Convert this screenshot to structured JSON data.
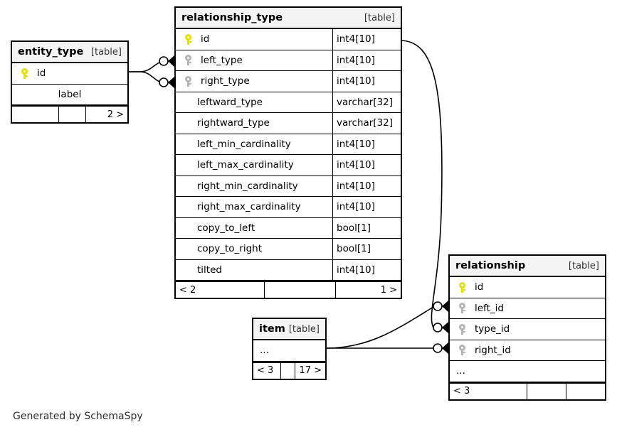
{
  "caption": "Generated by SchemaSpy",
  "table_tag": "[table]",
  "tables": {
    "entity_type": {
      "name": "entity_type",
      "tag": "[table]",
      "columns": [
        {
          "key": "pk",
          "name": "id",
          "type": ""
        },
        {
          "key": "",
          "name": "label",
          "type": ""
        }
      ],
      "footer": [
        "",
        "",
        "2 >"
      ]
    },
    "relationship_type": {
      "name": "relationship_type",
      "tag": "[table]",
      "columns": [
        {
          "key": "pk",
          "name": "id",
          "type": "int4[10]"
        },
        {
          "key": "fk",
          "name": "left_type",
          "type": "int4[10]"
        },
        {
          "key": "fk",
          "name": "right_type",
          "type": "int4[10]"
        },
        {
          "key": "",
          "name": "leftward_type",
          "type": "varchar[32]"
        },
        {
          "key": "",
          "name": "rightward_type",
          "type": "varchar[32]"
        },
        {
          "key": "",
          "name": "left_min_cardinality",
          "type": "int4[10]"
        },
        {
          "key": "",
          "name": "left_max_cardinality",
          "type": "int4[10]"
        },
        {
          "key": "",
          "name": "right_min_cardinality",
          "type": "int4[10]"
        },
        {
          "key": "",
          "name": "right_max_cardinality",
          "type": "int4[10]"
        },
        {
          "key": "",
          "name": "copy_to_left",
          "type": "bool[1]"
        },
        {
          "key": "",
          "name": "copy_to_right",
          "type": "bool[1]"
        },
        {
          "key": "",
          "name": "tilted",
          "type": "int4[10]"
        }
      ],
      "footer": [
        "< 2",
        "",
        "1 >"
      ]
    },
    "relationship": {
      "name": "relationship",
      "tag": "[table]",
      "columns": [
        {
          "key": "pk",
          "name": "id",
          "type": ""
        },
        {
          "key": "fk",
          "name": "left_id",
          "type": ""
        },
        {
          "key": "fk",
          "name": "type_id",
          "type": ""
        },
        {
          "key": "fk",
          "name": "right_id",
          "type": ""
        },
        {
          "key": "",
          "name": "...",
          "type": ""
        }
      ],
      "footer": [
        "< 3",
        "",
        ""
      ]
    },
    "item": {
      "name": "item",
      "tag": "[table]",
      "columns": [
        {
          "key": "",
          "name": "...",
          "type": ""
        }
      ],
      "footer": [
        "< 3",
        "",
        "17 >"
      ]
    }
  },
  "relationships": [
    {
      "from": "entity_type.id",
      "to": "relationship_type.left_type",
      "cardinality": "zero-or-many"
    },
    {
      "from": "entity_type.id",
      "to": "relationship_type.right_type",
      "cardinality": "zero-or-many"
    },
    {
      "from": "relationship_type.id",
      "to": "relationship.type_id",
      "cardinality": "zero-or-many"
    },
    {
      "from": "item.id",
      "to": "relationship.left_id",
      "cardinality": "zero-or-many"
    },
    {
      "from": "item.id",
      "to": "relationship.right_id",
      "cardinality": "zero-or-many"
    }
  ],
  "colors": {
    "primary_key": "#e8e000",
    "foreign_key": "#b4b4b4",
    "border": "#000000",
    "header_bg": "#f4f4f4",
    "background": "#ffffff"
  }
}
